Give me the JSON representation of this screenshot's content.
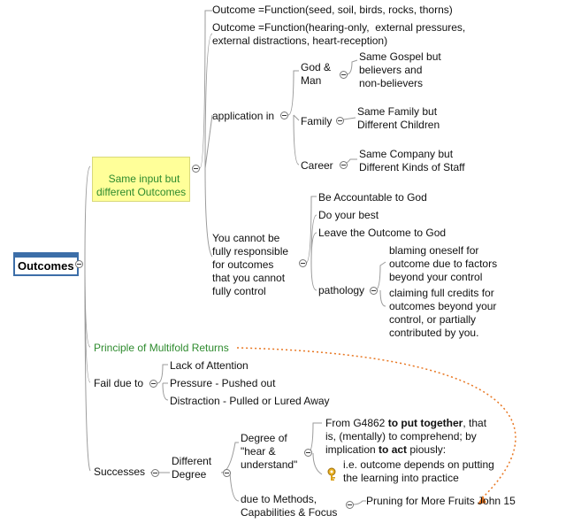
{
  "root": {
    "label": "Outcomes"
  },
  "branch_same_input": {
    "label": "Same input but\ndifferent Outcomes",
    "children": {
      "outcome_function_1": "Outcome =Function(seed, soil, birds, rocks, thorns)",
      "outcome_function_2": "Outcome =Function(hearing-only,  external pressures,\nexternal distractions, heart-reception)",
      "application_in": {
        "label": "application in",
        "god_man": {
          "label": "God &\nMan",
          "detail": "Same Gospel but\nbelievers and\nnon-believers"
        },
        "family": {
          "label": "Family",
          "detail": "Same Family but\nDifferent Children"
        },
        "career": {
          "label": "Career",
          "detail": "Same Company but\nDifferent Kinds of Staff"
        }
      },
      "cannot_control": {
        "label": "You cannot be\nfully responsible\nfor outcomes\nthat you cannot\nfully control",
        "items": [
          "Be Accountable to God",
          "Do your best",
          "Leave the Outcome to God"
        ],
        "pathology": {
          "label": "pathology",
          "items": [
            "blaming oneself for\noutcome due to factors\nbeyond your control",
            "claiming full credits for\noutcomes beyond your\ncontrol, or partially\ncontributed by you."
          ]
        }
      }
    }
  },
  "branch_multifold": {
    "label": "Principle of Multifold Returns"
  },
  "branch_fail": {
    "label": "Fail due to",
    "items": [
      "Lack of Attention",
      "Pressure - Pushed out",
      "Distraction - Pulled or Lured Away"
    ]
  },
  "branch_successes": {
    "label": "Successes",
    "different_degree": {
      "label": "Different\nDegree",
      "degree_of_hear": {
        "label": "Degree of\n\"hear &\nunderstand\"",
        "g4862_prefix": "From G4862 ",
        "g4862_bold1": "to put together",
        "g4862_mid": ", that\nis, (mentally) to comprehend; by\nimplication ",
        "g4862_bold2": "to act",
        "g4862_suffix": " piously:",
        "note": "i.e. outcome depends on putting\nthe learning into practice"
      },
      "due_to_methods": {
        "label": "due to Methods,\nCapabilities & Focus",
        "pruning": "Pruning for More Fruits John 15"
      }
    }
  },
  "colors": {
    "line": "#9a9a9a",
    "green_text": "#2e8b2e",
    "highlight": "#ffff99",
    "relation_arrow": "#e87722",
    "root_border": "#3c6ea8"
  },
  "icons": {
    "key_icon": "key"
  }
}
